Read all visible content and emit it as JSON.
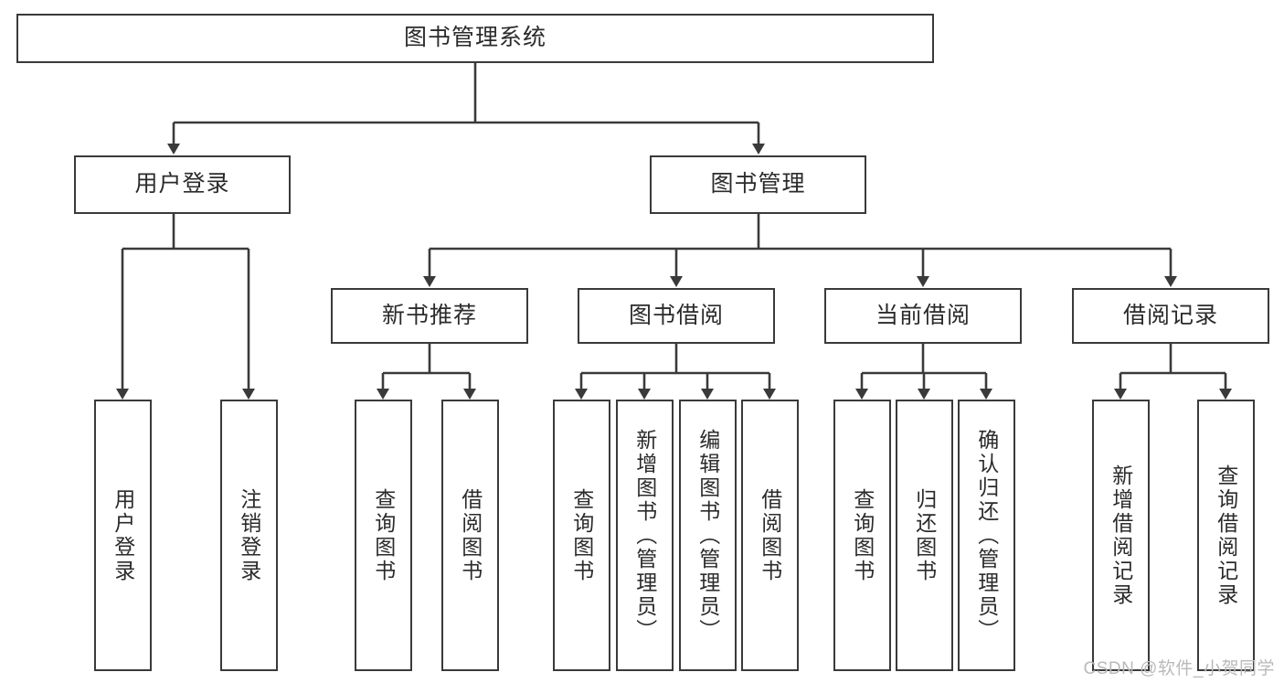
{
  "diagram": {
    "title": "图书管理系统",
    "watermark": "CSDN @软件_小贺同学",
    "colors": {
      "border": "#3a3a3a",
      "background": "#ffffff",
      "text": "#2b2b2b",
      "watermark": "#b9b9b9"
    },
    "nodes": {
      "root": "图书管理系统",
      "user_login": "用户登录",
      "book_manage": "图书管理",
      "new_book_rec": "新书推荐",
      "book_borrow": "图书借阅",
      "current_borrow": "当前借阅",
      "borrow_record": "借阅记录",
      "leaf_user_login": "用户登录",
      "leaf_logout": "注销登录",
      "leaf_query_book_1": "查询图书",
      "leaf_borrow_book_1": "借阅图书",
      "leaf_query_book_2": "查询图书",
      "leaf_add_book_admin": "新增图书（管理员）",
      "leaf_edit_book_admin": "编辑图书（管理员）",
      "leaf_borrow_book_2": "借阅图书",
      "leaf_query_book_3": "查询图书",
      "leaf_return_book": "归还图书",
      "leaf_confirm_return_admin": "确认归还（管理员）",
      "leaf_add_borrow_record": "新增借阅记录",
      "leaf_query_borrow_record": "查询借阅记录"
    }
  }
}
